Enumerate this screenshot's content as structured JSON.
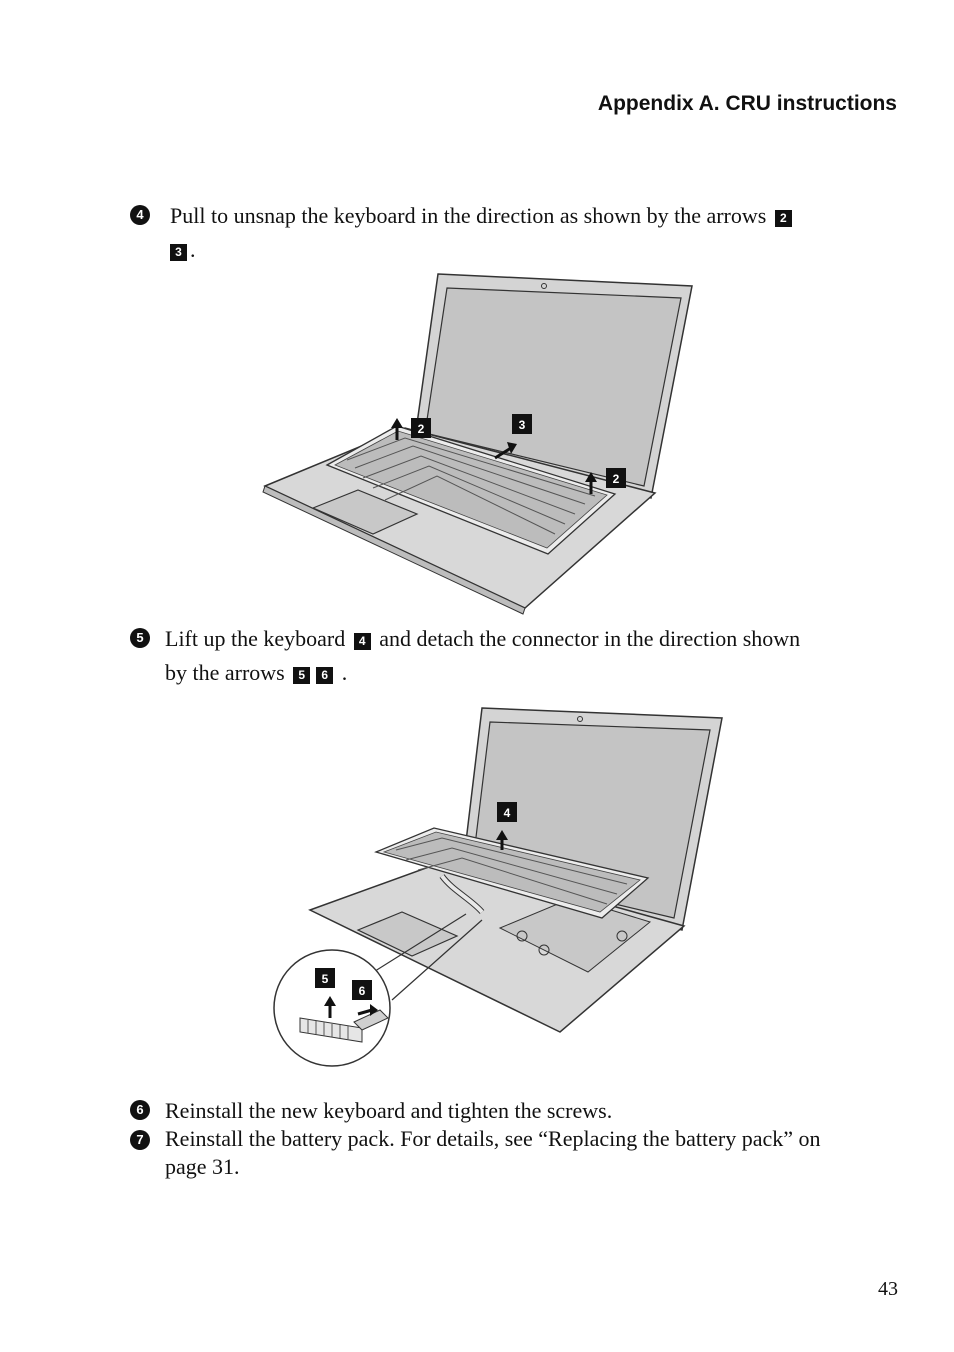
{
  "header": {
    "title": "Appendix A. CRU instructions"
  },
  "steps": [
    {
      "num": "4",
      "text": "Pull to unsnap the keyboard in the direction as shown by the arrows",
      "badges": [
        "2",
        "3"
      ],
      "end": "."
    },
    {
      "num": "5",
      "text_a": "Lift up the keyboard",
      "badge_a": "4",
      "text_b": "and detach the connector in the direction shown",
      "text_c": "by the arrows",
      "badges": [
        "5",
        "6"
      ],
      "end": "."
    },
    {
      "num": "6",
      "text": "Reinstall the new keyboard and tighten the screws."
    },
    {
      "num": "7",
      "text_line1": "Reinstall the battery pack. For details, see “Replacing the battery pack” on",
      "text_line2": "page 31."
    }
  ],
  "figure1": {
    "callouts": [
      "2",
      "3",
      "2"
    ]
  },
  "figure2": {
    "callouts": [
      "4",
      "5",
      "6"
    ]
  },
  "page_number": "43"
}
